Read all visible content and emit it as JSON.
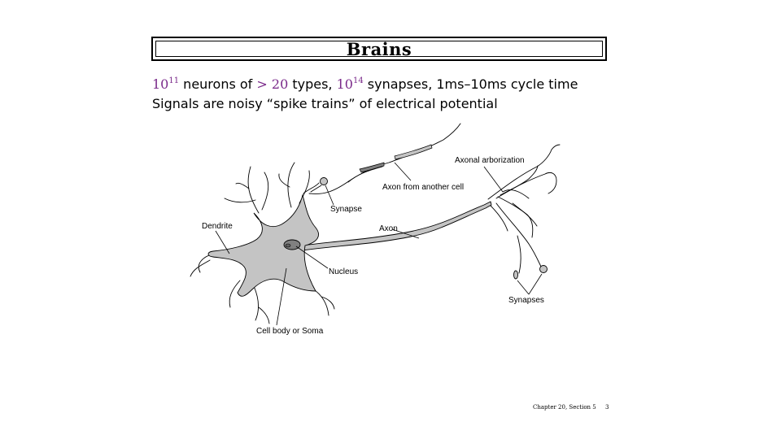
{
  "slide": {
    "title": "Brains",
    "line1": {
      "n1_base": "10",
      "n1_exp": "11",
      "t1": " neurons of ",
      "gt": ">",
      "n2": "20",
      "t2": " types, ",
      "n3_base": "10",
      "n3_exp": "14",
      "t3": " synapses, 1ms–10ms cycle time"
    },
    "line2": "Signals are noisy “spike trains” of electrical potential",
    "footer_chapter": "Chapter 20, Section 5",
    "footer_page": "3"
  },
  "diagram": {
    "labels": {
      "axonal_arborization": "Axonal arborization",
      "axon_from_another_cell": "Axon from another cell",
      "synapse": "Synapse",
      "dendrite": "Dendrite",
      "axon": "Axon",
      "nucleus": "Nucleus",
      "synapses": "Synapses",
      "cell_body": "Cell body or Soma"
    },
    "colors": {
      "cell_fill": "#c4c4c4",
      "nucleus_fill": "#808080",
      "accent": "#7a2a8a"
    }
  }
}
